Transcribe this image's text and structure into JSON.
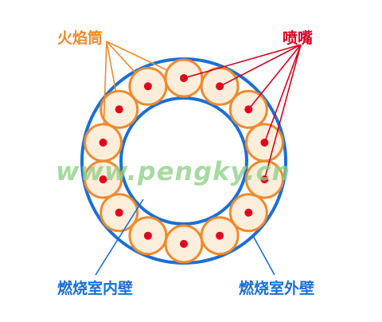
{
  "labels": {
    "flame_tube": "火焰筒",
    "nozzle": "喷嘴",
    "inner_wall": "燃烧室内壁",
    "outer_wall": "燃烧室外壁"
  },
  "watermark": "www.pengky.cn",
  "colors": {
    "wall": "#1a6fd4",
    "tube_stroke": "#ef8a2c",
    "tube_fill": "#fdeedb",
    "nozzle_dot": "#e3001b",
    "flame_label": "#ef8a2c",
    "nozzle_label": "#d8001c",
    "wall_label": "#1a6fd4",
    "watermark": "#8fd089"
  },
  "diagram": {
    "flame_tube_count": 14,
    "flame_tube_leader_count": 4,
    "nozzle_leader_count": 5
  }
}
